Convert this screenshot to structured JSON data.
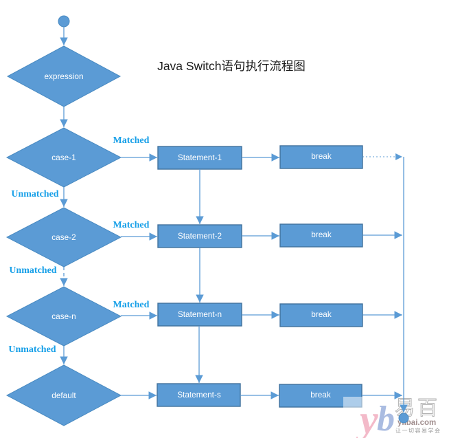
{
  "title": "Java Switch语句执行流程图",
  "colors": {
    "shape_fill": "#5b9bd5",
    "shape_border": "#41719c",
    "connector": "#5b9bd5",
    "branch_label": "#18a0e8",
    "shape_text": "#ffffff",
    "title_text": "#1b1b1b"
  },
  "flow": {
    "expression": "expression",
    "rows": [
      {
        "case": "case-1",
        "matched": "Matched",
        "unmatched": "Unmatched",
        "statement": "Statement-1",
        "break_label": "break"
      },
      {
        "case": "case-2",
        "matched": "Matched",
        "unmatched": "Unmatched",
        "statement": "Statement-2",
        "break_label": "break"
      },
      {
        "case": "case-n",
        "matched": "Matched",
        "unmatched": "Unmatched",
        "statement": "Statement-n",
        "break_label": "break"
      },
      {
        "case": "default",
        "statement": "Statement-s",
        "break_label": "break"
      }
    ]
  },
  "watermark": {
    "logo_y": "y",
    "logo_b": "b",
    "brand": "易百",
    "domain": "yiibai.com",
    "slogan": "让一切容易学会"
  }
}
